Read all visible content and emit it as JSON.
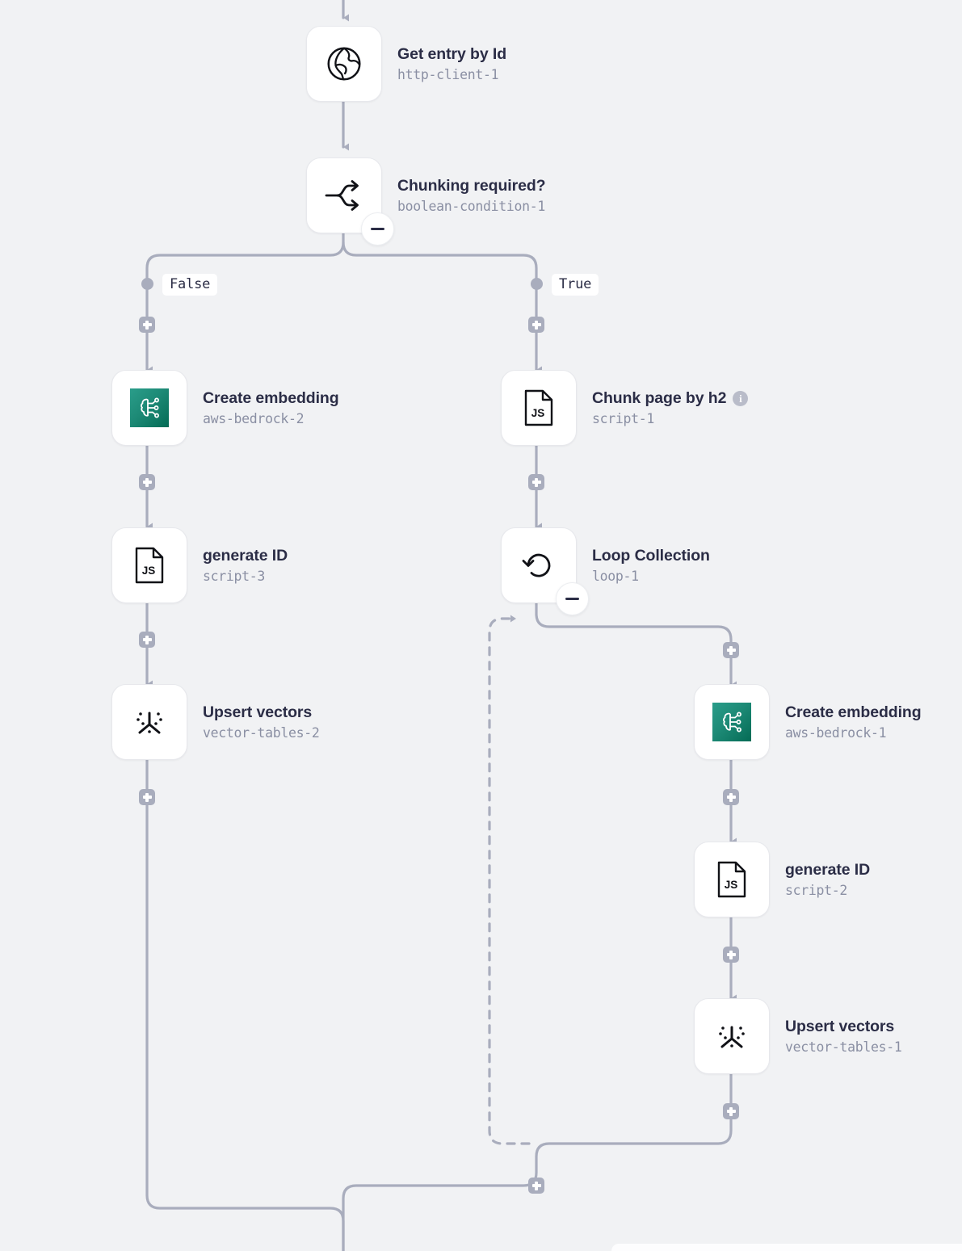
{
  "canvas": {
    "background_color": "#f1f2f4",
    "edge_color": "#a9adbd",
    "title_color": "#2b2d46",
    "subtitle_color": "#8a8fa3",
    "accent_color": "#1d8a76"
  },
  "nodes": [
    {
      "id": "http-client-1",
      "title": "Get entry by Id",
      "subtitle": "http-client-1",
      "icon": "globe-icon",
      "has_info": false,
      "has_collapse": false
    },
    {
      "id": "boolean-condition-1",
      "title": "Chunking required?",
      "subtitle": "boolean-condition-1",
      "icon": "branch-icon",
      "has_info": false,
      "has_collapse": true
    },
    {
      "id": "aws-bedrock-2",
      "title": "Create embedding",
      "subtitle": "aws-bedrock-2",
      "icon": "aws-bedrock-icon",
      "has_info": false,
      "has_collapse": false
    },
    {
      "id": "script-3",
      "title": "generate ID",
      "subtitle": "script-3",
      "icon": "js-file-icon",
      "has_info": false,
      "has_collapse": false
    },
    {
      "id": "vector-tables-2",
      "title": "Upsert vectors",
      "subtitle": "vector-tables-2",
      "icon": "vector-tables-icon",
      "has_info": false,
      "has_collapse": false
    },
    {
      "id": "script-1",
      "title": "Chunk page by h2",
      "subtitle": "script-1",
      "icon": "js-file-icon",
      "has_info": true,
      "has_collapse": false
    },
    {
      "id": "loop-1",
      "title": "Loop Collection",
      "subtitle": "loop-1",
      "icon": "loop-icon",
      "has_info": false,
      "has_collapse": true
    },
    {
      "id": "aws-bedrock-1",
      "title": "Create embedding",
      "subtitle": "aws-bedrock-1",
      "icon": "aws-bedrock-icon",
      "has_info": false,
      "has_collapse": false
    },
    {
      "id": "script-2",
      "title": "generate ID",
      "subtitle": "script-2",
      "icon": "js-file-icon",
      "has_info": false,
      "has_collapse": false
    },
    {
      "id": "vector-tables-1",
      "title": "Upsert vectors",
      "subtitle": "vector-tables-1",
      "icon": "vector-tables-icon",
      "has_info": false,
      "has_collapse": false
    }
  ],
  "branch_labels": {
    "false": "False",
    "true": "True"
  },
  "info_glyph": "i",
  "js_glyph": "JS"
}
